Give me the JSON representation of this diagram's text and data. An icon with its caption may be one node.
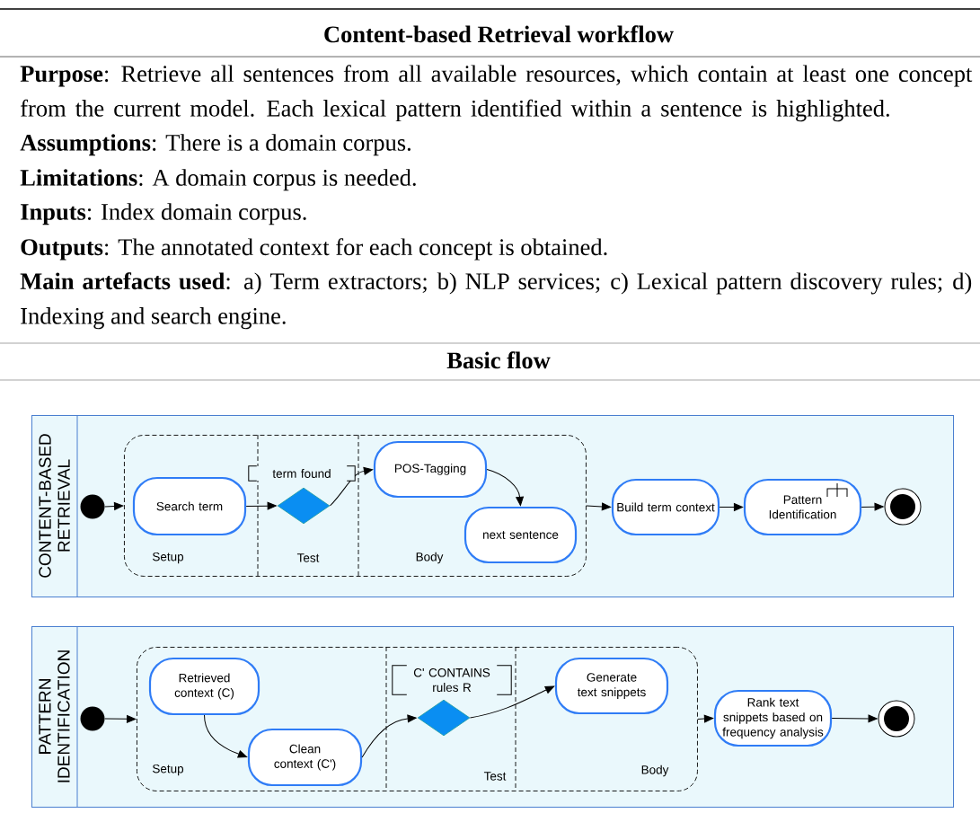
{
  "diagram": {
    "title": "Content-based Retrieval workflow",
    "nodes": [
      {
        "text": [
          "CONTENT-BASED RETRIEVAL"
        ]
      },
      {
        "text": [],
        "shape": "box",
        "in": 0
      },
      {
        "text": [],
        "shape": "circle",
        "in": 0
      },
      {
        "text": [
          "Search term"
        ],
        "in": 1
      },
      {
        "text": [],
        "shape": "diamond",
        "in": 1
      },
      {
        "text": [
          "POS-Tagging"
        ],
        "in": 1
      },
      {
        "text": [
          "next sentence"
        ],
        "in": 1
      },
      {
        "text": [
          "Build term context"
        ],
        "in": 0
      },
      {
        "text": [
          "Pattern Identification"
        ],
        "in": 0
      },
      {
        "text": [],
        "shape": "circle",
        "in": 0
      },
      {
        "text": [
          "PATTERN IDENTIFICATION"
        ]
      },
      {
        "text": [],
        "shape": "box",
        "in": 10
      },
      {
        "text": [],
        "shape": "circle",
        "in": 10
      },
      {
        "text": [
          "Retrieved context (C)"
        ],
        "in": 11
      },
      {
        "text": [
          "Clean context (C')"
        ],
        "in": 11
      },
      {
        "text": [],
        "shape": "diamond",
        "in": 11
      },
      {
        "text": [
          "Generate text snippets"
        ],
        "in": 11
      },
      {
        "text": [
          "Rank text snippets based on frequency analysis"
        ],
        "in": 10
      },
      {
        "text": [],
        "shape": "circle",
        "in": 10
      }
    ],
    "edges": [
      {
        "from": 2,
        "to": 1,
        "arrow": "to"
      },
      {
        "from": 3,
        "to": 4,
        "arrow": "to"
      },
      {
        "from": 4,
        "to": 5,
        "arrow": "to",
        "label": "term found"
      },
      {
        "from": 5,
        "to": 6,
        "arrow": "to"
      },
      {
        "from": 1,
        "to": 7,
        "arrow": "to"
      },
      {
        "from": 7,
        "to": 8,
        "arrow": "to"
      },
      {
        "from": 8,
        "to": 9,
        "arrow": "to"
      },
      {
        "from": 12,
        "to": 11,
        "arrow": "to"
      },
      {
        "from": 13,
        "to": 14,
        "arrow": "to"
      },
      {
        "from": 14,
        "to": 15,
        "arrow": "to"
      },
      {
        "from": 15,
        "to": 16,
        "arrow": "to",
        "label": "C' CONTAINS rules R"
      },
      {
        "from": 11,
        "to": 17,
        "arrow": "to"
      },
      {
        "from": 17,
        "to": 18,
        "arrow": "to"
      }
    ],
    "labels": [
      "**Purpose**: Retrieve all sentences from all available resources, which contain at least one concept from the current model. Each lexical pattern identified within a sentence is highlighted.",
      "**Assumptions**: There is a domain corpus.",
      "**Limitations**: A domain corpus is needed.",
      "**Inputs**: Index domain corpus.",
      "**Outputs**: The annotated context for each concept is obtained.",
      "**Main artefacts used**: a) Term extractors; b) NLP services; c) Lexical pattern discovery rules; d) Indexing and search engine.",
      "Basic flow",
      "Setup",
      "Test",
      "Body",
      "Setup",
      "Test",
      "Body"
    ]
  }
}
